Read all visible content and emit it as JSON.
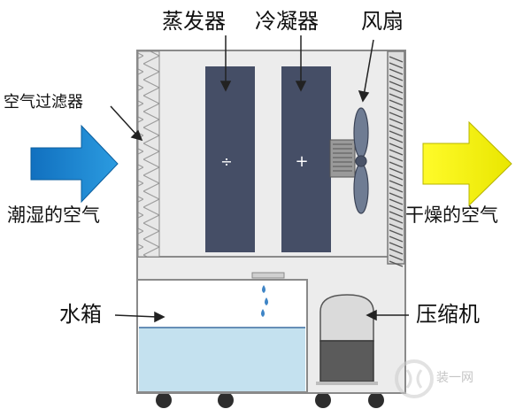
{
  "diagram": {
    "labels": {
      "evaporator": "蒸发器",
      "condenser": "冷凝器",
      "fan": "风扇",
      "air_filter": "空气过滤器",
      "humid_air": "潮湿的空气",
      "dry_air": "干燥的空气",
      "water_tank": "水箱",
      "compressor": "压缩机"
    },
    "symbols": {
      "evaporator_sign": "÷",
      "condenser_sign": "+"
    },
    "watermark": {
      "brand": "装一网"
    },
    "colors": {
      "coil": "#454e66",
      "water": "#c4e1ef",
      "inflow_arrow": "#1686cf",
      "outflow_arrow": "#f5f205",
      "cabinet": "#ececec",
      "compressor_top": "#dadada",
      "compressor_base": "#5b5b5b"
    }
  }
}
